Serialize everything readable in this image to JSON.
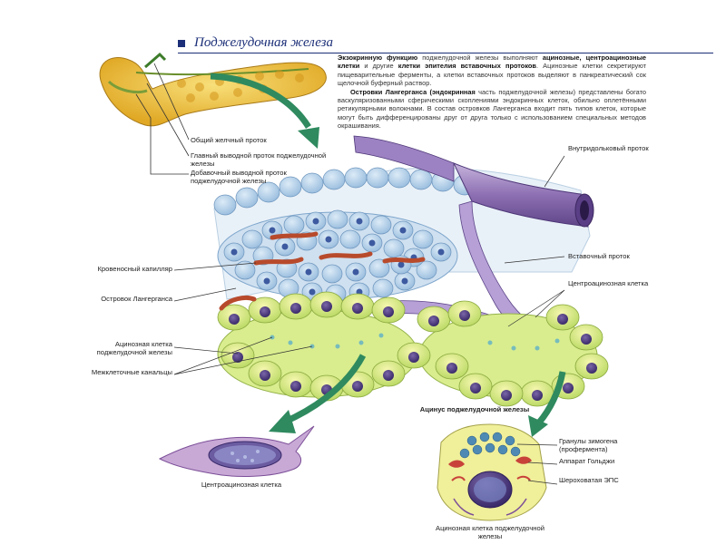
{
  "header": {
    "title": "Поджелудочная железа"
  },
  "text": {
    "p1_strong_1": "Экзокринную функцию",
    "p1_text_1": " поджелудочной железы выполняют ",
    "p1_strong_2": "ацинозные, центроацинозные клетки",
    "p1_text_2": " и другие ",
    "p1_strong_3": "клетки эпителия вставочных протоков",
    "p1_text_3": ". Ацинозные клетки секретируют пищеварительные ферменты, а клетки вставочных протоков выделяют в панкреатический сок щелочной буферный раствор.",
    "p2_strong_1": "Островки Лангерганса (эндокринная",
    "p2_text_1": " часть поджелудочной железы) представлены богато васкуляризованными сферическими скоплениями эндокринных клеток, обильно оплетёнными ретикулярными волокнами. В состав островков Лангерганса входит пять типов клеток, которые могут быть дифференцированы друг от друга только с использованием специальных методов окрашивания."
  },
  "labels": {
    "common_bile_duct": "Общий желчный проток",
    "main_duct": "Главный выводной проток поджелудочной железы",
    "accessory_duct": "Добавочный выводной проток поджелудочной железы",
    "intralobular_duct": "Внутридольковый проток",
    "intercalated_duct": "Вставочный проток",
    "centroacinar_cell": "Центроацинозная клетка",
    "blood_capillary": "Кровеносный капилляр",
    "islet": "Островок Лангерганса",
    "acinar_cell": "Ацинозная клетка поджелудочной железы",
    "intercellular_canaliculi": "Межклеточные канальцы",
    "acinus_title": "Ацинус поджелудочной железы",
    "zymogen_granules": "Гранулы зимогена (профермента)",
    "golgi": "Аппарат Гольджи",
    "rough_er": "Шероховатая ЭПС",
    "centroacinar_caption": "Центроацинозная клетка",
    "acinar_caption": "Ацинозная клетка поджелудочной железы"
  },
  "colors": {
    "header_blue": "#1c2f78",
    "arrow_green": "#2f8a5f",
    "pancreas_yellow": "#f2c640",
    "duct_purple": "#8d6fb3",
    "islet_blue": "#aac8e4",
    "acinus_yellow": "#e8ec78",
    "acinus_green": "#bfe07a",
    "capillary_red": "#b84a2c"
  }
}
